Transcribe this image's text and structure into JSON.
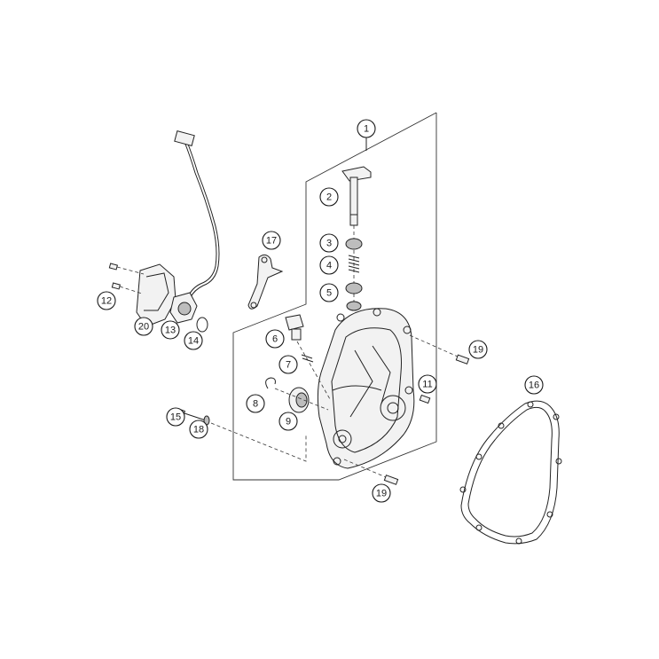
{
  "diagram": {
    "callouts": [
      {
        "id": "c1",
        "label": "1"
      },
      {
        "id": "c2",
        "label": "2"
      },
      {
        "id": "c3",
        "label": "3"
      },
      {
        "id": "c4",
        "label": "4"
      },
      {
        "id": "c5",
        "label": "5"
      },
      {
        "id": "c6",
        "label": "6"
      },
      {
        "id": "c7",
        "label": "7"
      },
      {
        "id": "c8",
        "label": "8"
      },
      {
        "id": "c9",
        "label": "9"
      },
      {
        "id": "c11",
        "label": "11"
      },
      {
        "id": "c12",
        "label": "12"
      },
      {
        "id": "c13",
        "label": "13"
      },
      {
        "id": "c14",
        "label": "14"
      },
      {
        "id": "c15",
        "label": "15"
      },
      {
        "id": "c16",
        "label": "16"
      },
      {
        "id": "c17",
        "label": "17"
      },
      {
        "id": "c18",
        "label": "18"
      },
      {
        "id": "c19a",
        "label": "19"
      },
      {
        "id": "c19b",
        "label": "19"
      },
      {
        "id": "c20",
        "label": "20"
      }
    ]
  }
}
